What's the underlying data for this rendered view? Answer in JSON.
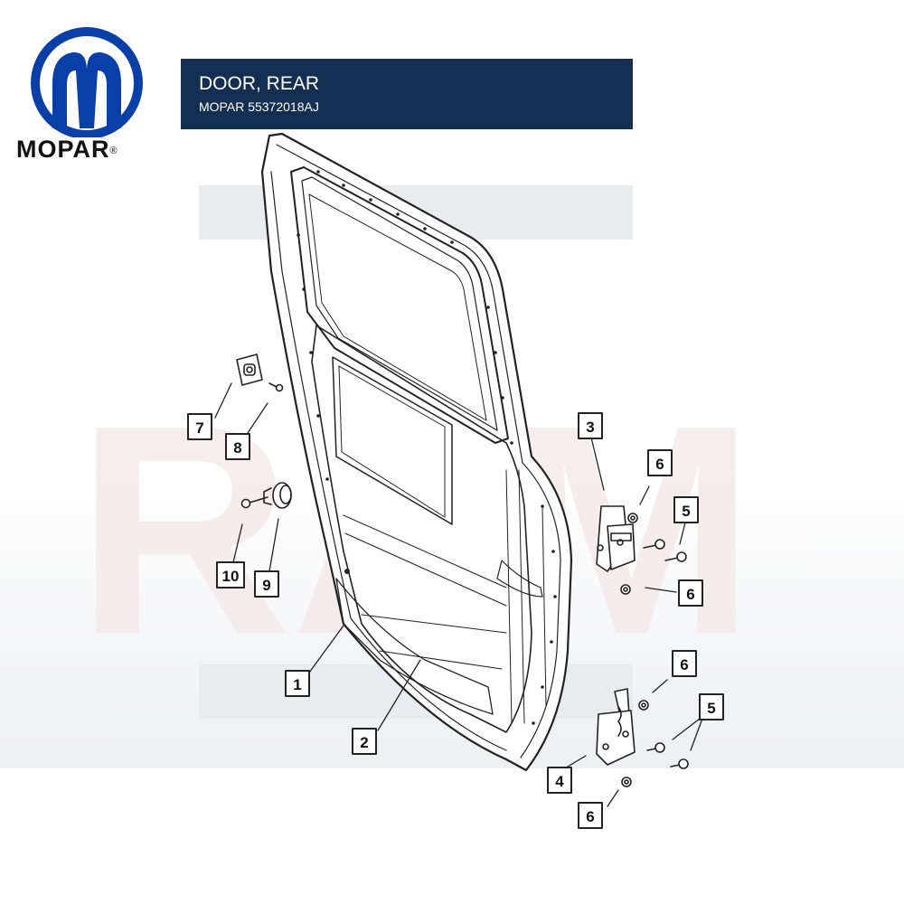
{
  "brand": {
    "logo_wordmark": "MOPAR",
    "registered_mark": "®",
    "logo_icon": "mopar-m-logo",
    "logo_color": "#0b3fa8"
  },
  "header": {
    "title": "DOOR, REAR",
    "part_number": "MOPAR 55372018AJ",
    "background_color": "#152f52"
  },
  "watermark": {
    "text": "RAM"
  },
  "callouts": [
    {
      "id": "callout-1",
      "label": "1"
    },
    {
      "id": "callout-2",
      "label": "2"
    },
    {
      "id": "callout-3",
      "label": "3"
    },
    {
      "id": "callout-4",
      "label": "4"
    },
    {
      "id": "callout-5-upper",
      "label": "5"
    },
    {
      "id": "callout-5-lower",
      "label": "5"
    },
    {
      "id": "callout-6-upper-top",
      "label": "6"
    },
    {
      "id": "callout-6-upper-bottom",
      "label": "6"
    },
    {
      "id": "callout-6-lower-top",
      "label": "6"
    },
    {
      "id": "callout-6-lower-bottom",
      "label": "6"
    },
    {
      "id": "callout-7",
      "label": "7"
    },
    {
      "id": "callout-8",
      "label": "8"
    },
    {
      "id": "callout-9",
      "label": "9"
    },
    {
      "id": "callout-10",
      "label": "10"
    }
  ]
}
